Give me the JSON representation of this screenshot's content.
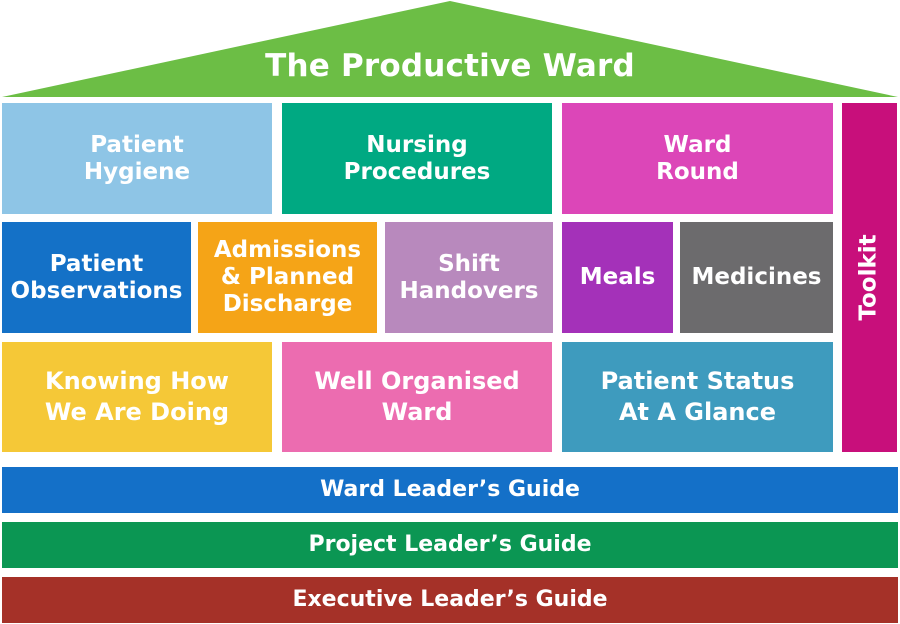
{
  "header": {
    "title": "The Productive Ward"
  },
  "colors": {
    "roof": "#6cbe45",
    "patient_hygiene": "#8ec5e6",
    "nursing_procedures": "#00a982",
    "ward_round": "#dc46b8",
    "patient_observations": "#1471c7",
    "admissions": "#f5a417",
    "shift_handovers": "#b889bd",
    "meals": "#a431b9",
    "medicines": "#6c6b6d",
    "knowing_how": "#f5c837",
    "well_organised": "#ec6cb0",
    "patient_status": "#3e9bbe",
    "toolkit": "#c80f7b",
    "ward_leader": "#1470c8",
    "project_leader": "#0b9653",
    "executive_leader": "#a53128"
  },
  "modules": {
    "patient_hygiene": "Patient\nHygiene",
    "nursing_procedures": "Nursing\nProcedures",
    "ward_round": "Ward\nRound",
    "patient_observations": "Patient\nObservations",
    "admissions": "Admissions\n& Planned\nDischarge",
    "shift_handovers": "Shift\nHandovers",
    "meals": "Meals",
    "medicines": "Medicines",
    "knowing_how": "Knowing How\nWe Are Doing",
    "well_organised": "Well Organised\nWard",
    "patient_status": "Patient Status\nAt A Glance"
  },
  "toolkit": {
    "label": "Toolkit"
  },
  "guides": {
    "ward_leader": "Ward Leader’s Guide",
    "project_leader": "Project Leader’s Guide",
    "executive_leader": "Executive Leader’s Guide"
  }
}
